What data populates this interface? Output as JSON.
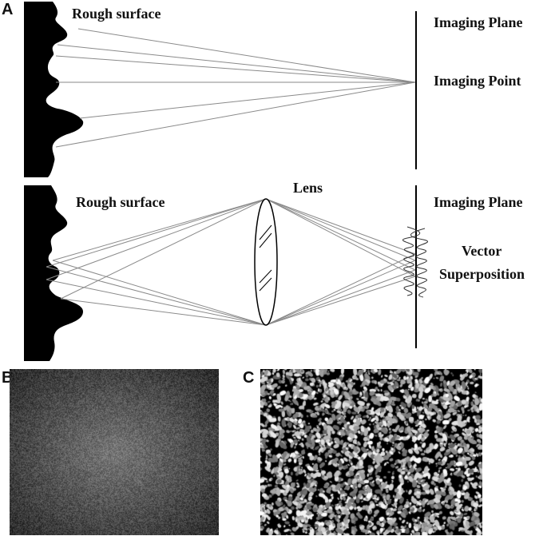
{
  "panels": {
    "a": {
      "label": "A",
      "top_diagram": {
        "surface_label": "Rough surface",
        "plane_label": "Imaging Plane",
        "point_label": "Imaging Point"
      },
      "bottom_diagram": {
        "surface_label": "Rough surface",
        "lens_label": "Lens",
        "plane_label": "Imaging Plane",
        "superposition_label_line1": "Vector",
        "superposition_label_line2": "Superposition"
      }
    },
    "b": {
      "label": "B"
    },
    "c": {
      "label": "C"
    }
  },
  "colors": {
    "ink": "#000000",
    "ray": "#8a8a8a",
    "speckle_b_base": "#4a4a4a",
    "speckle_c_base": "#000000"
  }
}
